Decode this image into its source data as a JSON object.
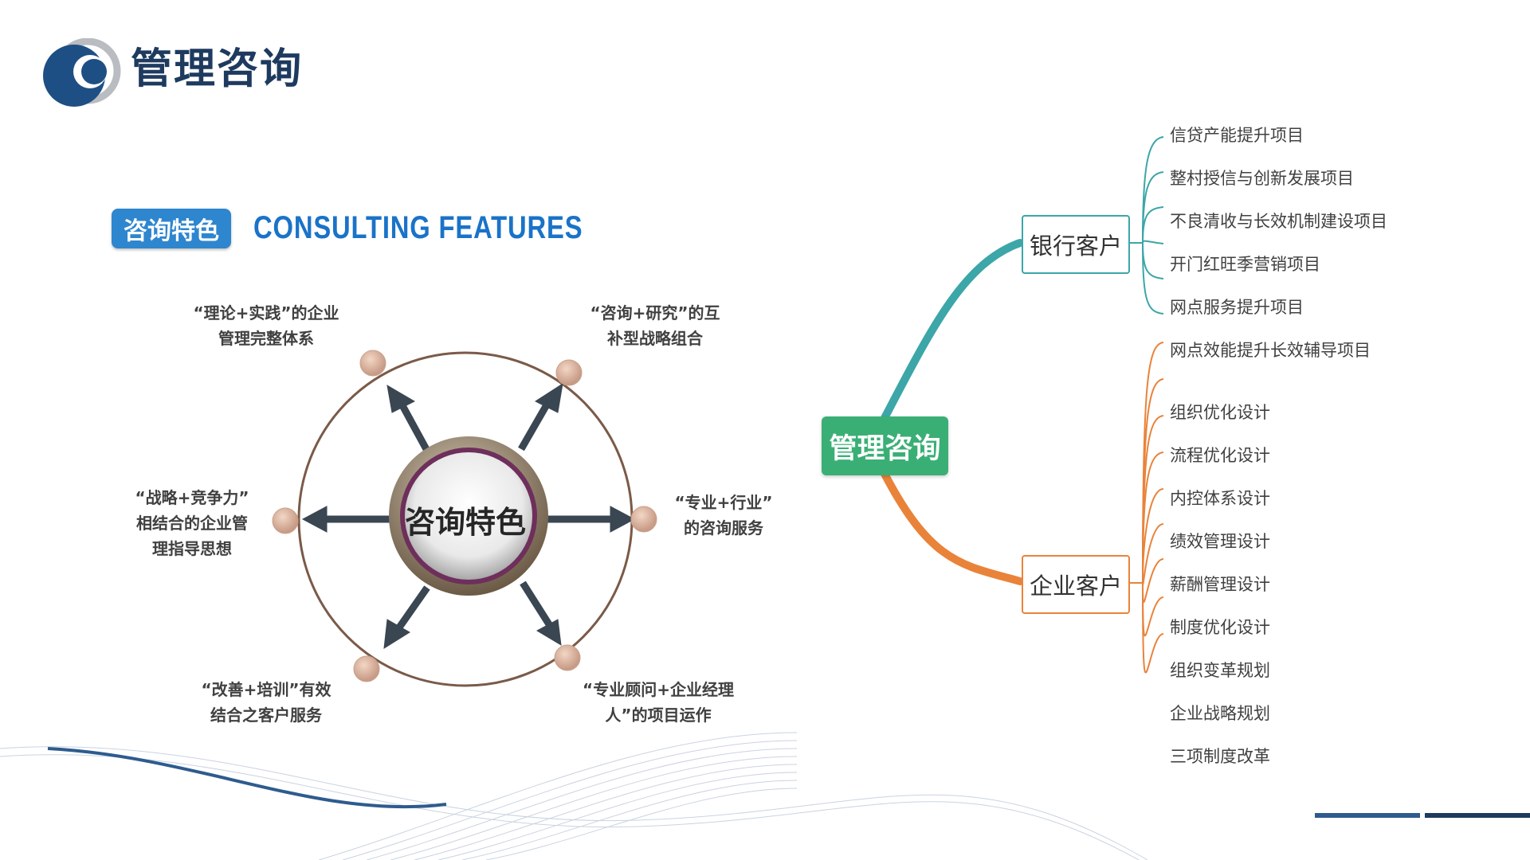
{
  "header": {
    "title": "管理咨询",
    "logo_colors": [
      "#1e4f84",
      "#b9bcc0"
    ]
  },
  "features": {
    "badge": "咨询特色",
    "title_en": "CONSULTING FEATURES",
    "center": "咨询特色",
    "items": [
      {
        "lines": [
          "“理论+实践”的企业",
          "管理完整体系"
        ]
      },
      {
        "lines": [
          "“咨询+研究”的互",
          "补型战略组合"
        ]
      },
      {
        "lines": [
          "“战略+竞争力”",
          "相结合的企业管",
          "理指导思想"
        ]
      },
      {
        "lines": [
          "“专业+行业”",
          "的咨询服务"
        ]
      },
      {
        "lines": [
          "“改善+培训”有效",
          "结合之客户服务"
        ]
      },
      {
        "lines": [
          "“专业顾问+企业经理",
          "人”的项目运作"
        ]
      }
    ]
  },
  "mindmap": {
    "root": "管理咨询",
    "bank": {
      "label": "银行客户",
      "color": "#3ca6a8",
      "items": [
        "信贷产能提升项目",
        "整村授信与创新发展项目",
        "不良清收与长效机制建设项目",
        "开门红旺季营销项目",
        "网点服务提升项目",
        "网点效能提升长效辅导项目"
      ]
    },
    "corporate": {
      "label": "企业客户",
      "color": "#e9833a",
      "items": [
        "组织优化设计",
        "流程优化设计",
        "内控体系设计",
        "绩效管理设计",
        "薪酬管理设计",
        "制度优化设计",
        "组织变革规划",
        "企业战略规划",
        "三项制度改革"
      ]
    },
    "root_color": "#3aaf75"
  },
  "decor": {
    "bar_colors": [
      "#2e5b8e",
      "#1e3a5f"
    ]
  }
}
